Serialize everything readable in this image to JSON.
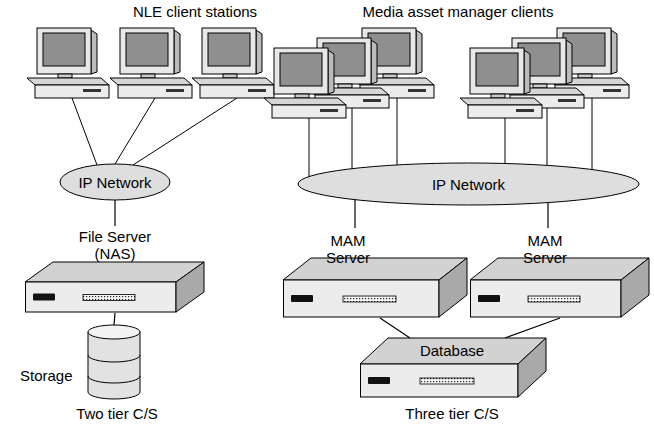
{
  "diagram": {
    "nodes": [
      {
        "text": [
          "IP Network"
        ]
      },
      {
        "text": [
          "File Server (NAS)"
        ]
      },
      {
        "text": [
          "Storage"
        ]
      },
      {
        "text": [
          "IP Network"
        ]
      },
      {
        "text": [
          "MAM Server"
        ]
      },
      {
        "text": [
          "MAM Server"
        ]
      },
      {
        "text": [
          "Database"
        ]
      }
    ],
    "edges": [
      {
        "from": 0,
        "to": 1,
        "arrow": "none"
      },
      {
        "from": 1,
        "to": 2,
        "arrow": "none"
      },
      {
        "from": 3,
        "to": 4,
        "arrow": "none"
      },
      {
        "from": 3,
        "to": 5,
        "arrow": "none"
      },
      {
        "from": 4,
        "to": 6,
        "arrow": "none"
      },
      {
        "from": 5,
        "to": 6,
        "arrow": "none"
      }
    ],
    "labels": [
      "NLE client stations",
      "Media asset manager clients",
      "Two tier C/S",
      "Three tier C/S"
    ]
  }
}
